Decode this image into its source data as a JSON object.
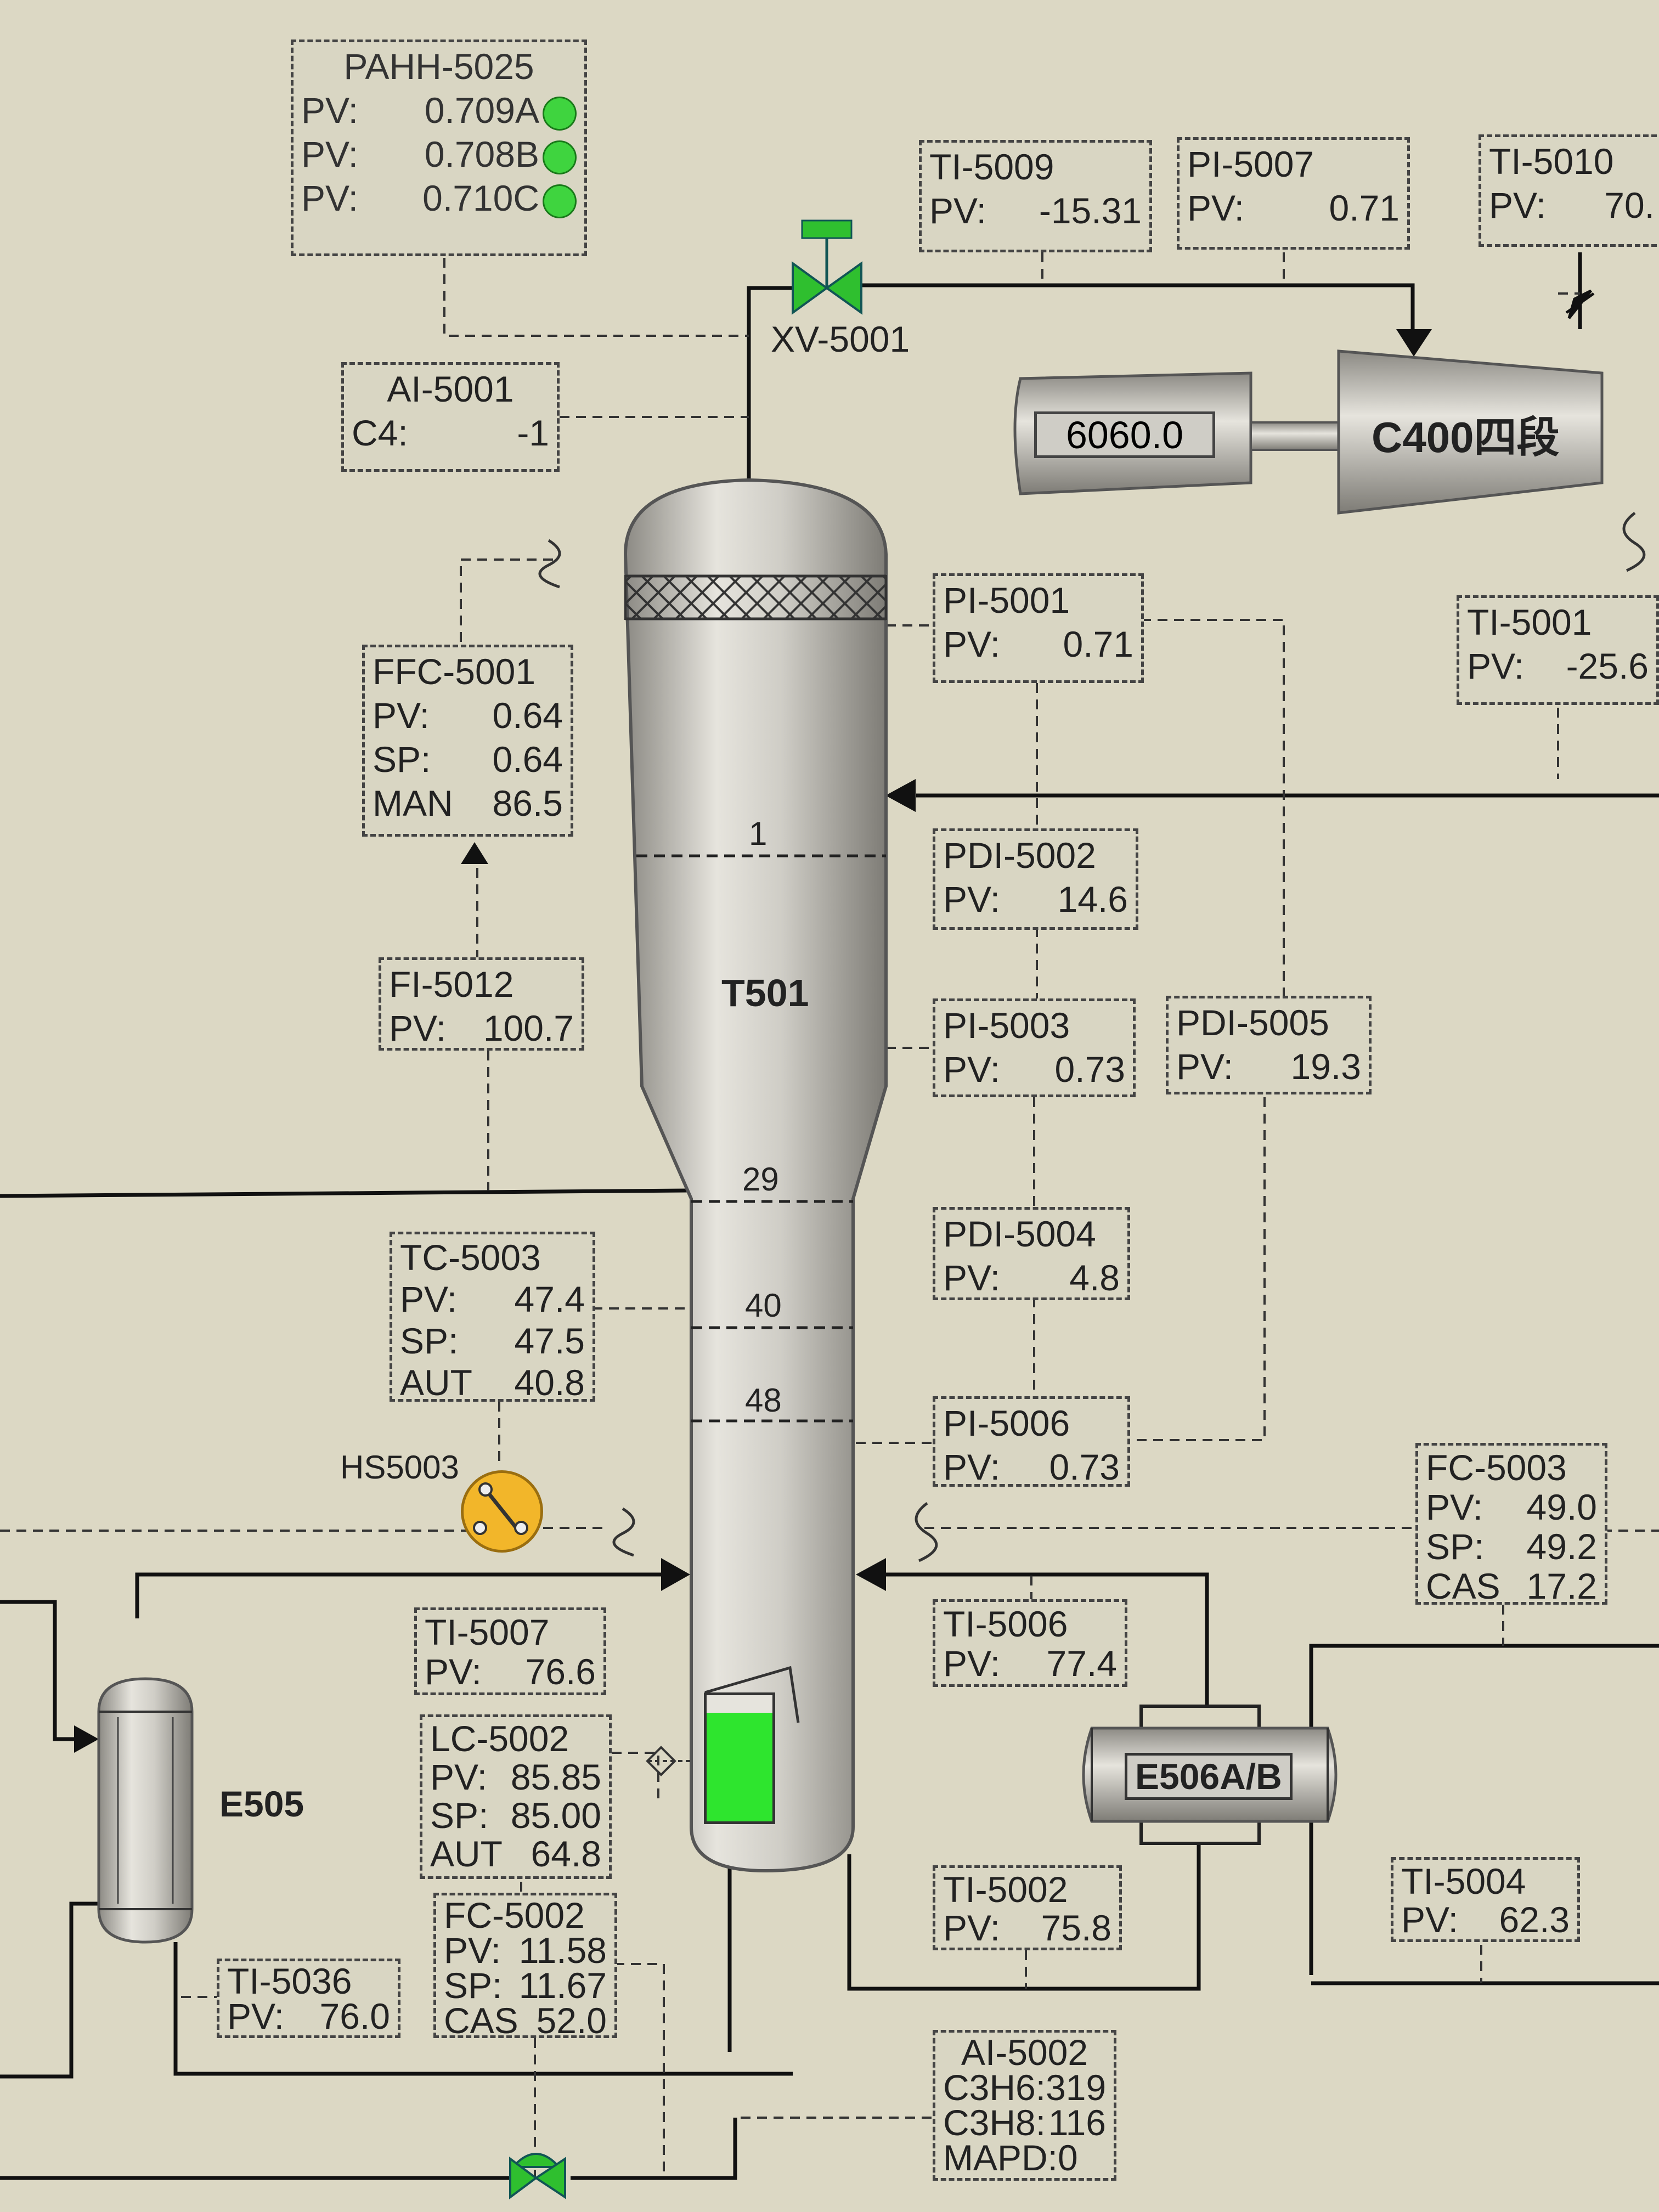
{
  "colors": {
    "background": "#dcd8c4",
    "vessel": "#c8c6bf",
    "alarm_ok": "#3fd43f",
    "valve": "#2fbf2f",
    "switch": "#f2b62a"
  },
  "pahh": {
    "tag": "PAHH-5025",
    "rows": [
      {
        "k": "PV:",
        "v": "0.709A"
      },
      {
        "k": "PV:",
        "v": "0.708B"
      },
      {
        "k": "PV:",
        "v": "0.710C"
      }
    ]
  },
  "ti5009": {
    "tag": "TI-5009",
    "k": "PV:",
    "v": "-15.31"
  },
  "pi5007": {
    "tag": "PI-5007",
    "k": "PV:",
    "v": "0.71"
  },
  "ti5010": {
    "tag": "TI-5010",
    "k": "PV:",
    "v": "70."
  },
  "xv5001": {
    "label": "XV-5001"
  },
  "ai5001": {
    "tag": "AI-5001",
    "k": "C4:",
    "v": "-1"
  },
  "compressor": {
    "speed": "6060.0",
    "label": "C400四段"
  },
  "ffc5001": {
    "tag": "FFC-5001",
    "rows": [
      {
        "k": "PV:",
        "v": "0.64"
      },
      {
        "k": "SP:",
        "v": "0.64"
      },
      {
        "k": "MAN",
        "v": "86.5"
      }
    ]
  },
  "pi5001": {
    "tag": "PI-5001",
    "k": "PV:",
    "v": "0.71"
  },
  "ti5001": {
    "tag": "TI-5001",
    "k": "PV:",
    "v": "-25.6"
  },
  "pdi5002": {
    "tag": "PDI-5002",
    "k": "PV:",
    "v": "14.6"
  },
  "fi5012": {
    "tag": "FI-5012",
    "k": "PV:",
    "v": "100.7"
  },
  "column": {
    "label": "T501",
    "trays": [
      "1",
      "29",
      "40",
      "48"
    ]
  },
  "pi5003": {
    "tag": "PI-5003",
    "k": "PV:",
    "v": "0.73"
  },
  "pdi5005": {
    "tag": "PDI-5005",
    "k": "PV:",
    "v": "19.3"
  },
  "tc5003": {
    "tag": "TC-5003",
    "rows": [
      {
        "k": "PV:",
        "v": "47.4"
      },
      {
        "k": "SP:",
        "v": "47.5"
      },
      {
        "k": "AUT",
        "v": "40.8"
      }
    ]
  },
  "pdi5004": {
    "tag": "PDI-5004",
    "k": "PV:",
    "v": "4.8"
  },
  "pi5006": {
    "tag": "PI-5006",
    "k": "PV:",
    "v": "0.73"
  },
  "hs5003": {
    "label": "HS5003"
  },
  "fc5003": {
    "tag": "FC-5003",
    "rows": [
      {
        "k": "PV:",
        "v": "49.0"
      },
      {
        "k": "SP:",
        "v": "49.2"
      },
      {
        "k": "CAS",
        "v": "17.2"
      }
    ]
  },
  "ti5007": {
    "tag": "TI-5007",
    "k": "PV:",
    "v": "76.6"
  },
  "ti5006": {
    "tag": "TI-5006",
    "k": "PV:",
    "v": "77.4"
  },
  "lc5002": {
    "tag": "LC-5002",
    "rows": [
      {
        "k": "PV:",
        "v": "85.85"
      },
      {
        "k": "SP:",
        "v": "85.00"
      },
      {
        "k": "AUT",
        "v": "64.8"
      }
    ],
    "level_fraction": 0.86
  },
  "e505": {
    "label": "E505"
  },
  "e506": {
    "label": "E506A/B"
  },
  "ti5002": {
    "tag": "TI-5002",
    "k": "PV:",
    "v": "75.8"
  },
  "ti5004": {
    "tag": "TI-5004",
    "k": "PV:",
    "v": "62.3"
  },
  "fc5002": {
    "tag": "FC-5002",
    "rows": [
      {
        "k": "PV:",
        "v": "11.58"
      },
      {
        "k": "SP:",
        "v": "11.67"
      },
      {
        "k": "CAS",
        "v": "52.0"
      }
    ]
  },
  "ti5036": {
    "tag": "TI-5036",
    "k": "PV:",
    "v": "76.0"
  },
  "ai5002": {
    "tag": "AI-5002",
    "rows": [
      {
        "k": "C3H6:",
        "v": "319"
      },
      {
        "k": "C3H8:",
        "v": "116"
      },
      {
        "k": "MAPD:",
        "v": "0"
      }
    ]
  }
}
